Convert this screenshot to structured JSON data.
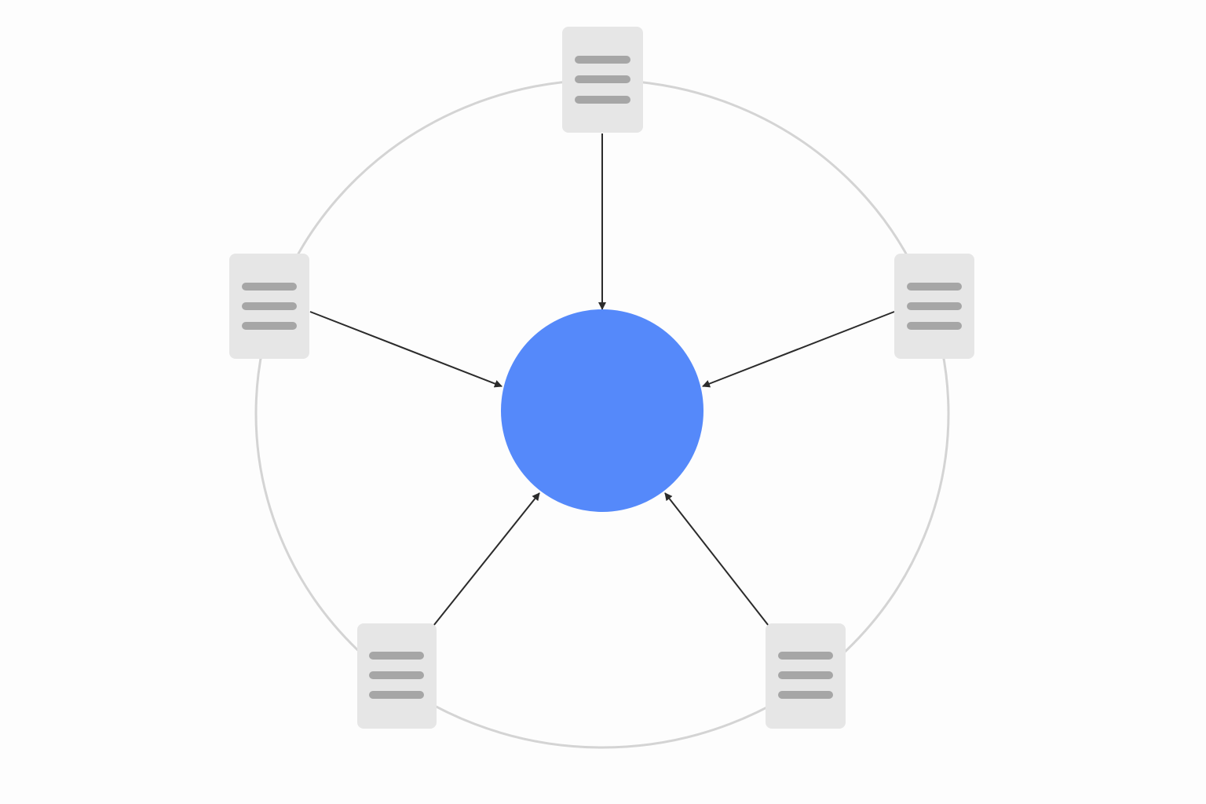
{
  "diagram": {
    "layout": "hub-and-spoke",
    "hub": {
      "shape": "circle",
      "color": "#5589fa"
    },
    "ring": {
      "shape": "circle",
      "color": "#d4d4d4"
    },
    "nodes": [
      {
        "id": "doc-top",
        "icon": "document-icon",
        "position": "top"
      },
      {
        "id": "doc-right",
        "icon": "document-icon",
        "position": "right"
      },
      {
        "id": "doc-bottom-right",
        "icon": "document-icon",
        "position": "bottom-right"
      },
      {
        "id": "doc-bottom-left",
        "icon": "document-icon",
        "position": "bottom-left"
      },
      {
        "id": "doc-left",
        "icon": "document-icon",
        "position": "left"
      }
    ],
    "edges": [
      {
        "from": "doc-top",
        "to": "hub"
      },
      {
        "from": "doc-right",
        "to": "hub"
      },
      {
        "from": "doc-bottom-right",
        "to": "hub"
      },
      {
        "from": "doc-bottom-left",
        "to": "hub"
      },
      {
        "from": "doc-left",
        "to": "hub"
      }
    ],
    "colors": {
      "card_fill": "#e6e6e6",
      "card_lines": "#a6a6a6",
      "arrow": "#2b2b2b",
      "background": "#fdfdfd"
    }
  }
}
